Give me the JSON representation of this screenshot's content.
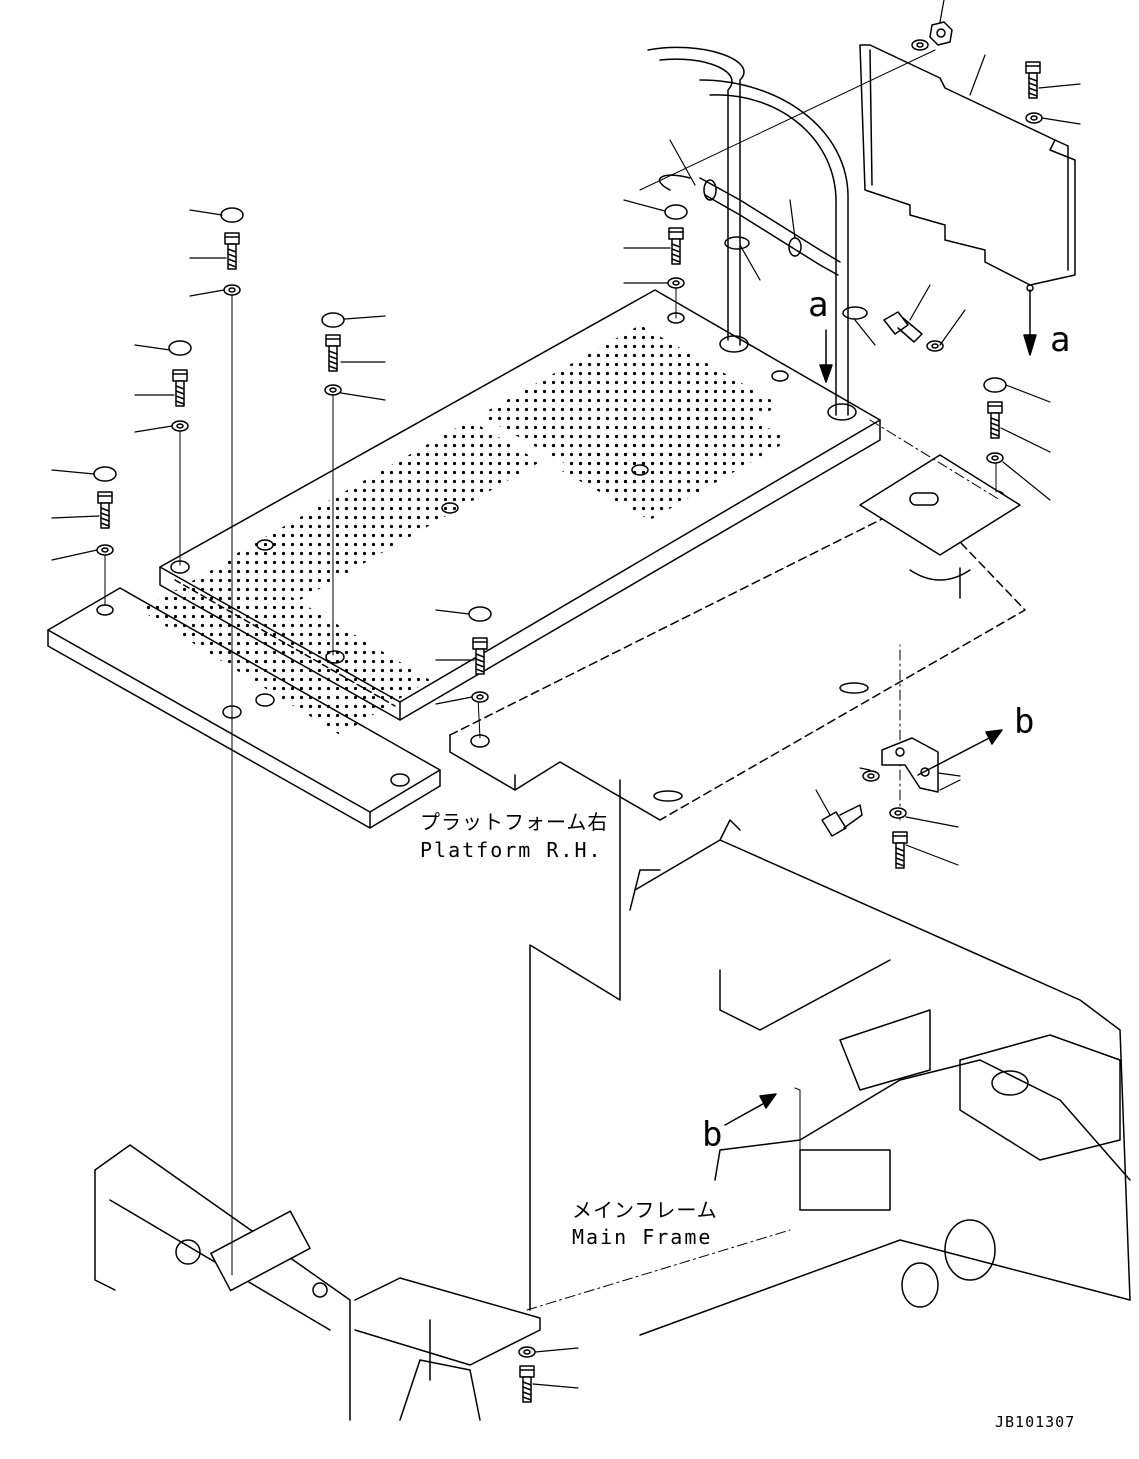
{
  "drawing": {
    "ref_a_top": "a",
    "ref_a_right": "a",
    "ref_b_right": "b",
    "ref_b_lower": "b",
    "platform_label_jp": "プラットフォーム右",
    "platform_label_en": "Platform R.H.",
    "frame_label_jp": "メインフレーム",
    "frame_label_en": "Main Frame",
    "drawing_code": "JB101307"
  },
  "colors": {
    "ink": "#000000",
    "paper": "#ffffff"
  }
}
